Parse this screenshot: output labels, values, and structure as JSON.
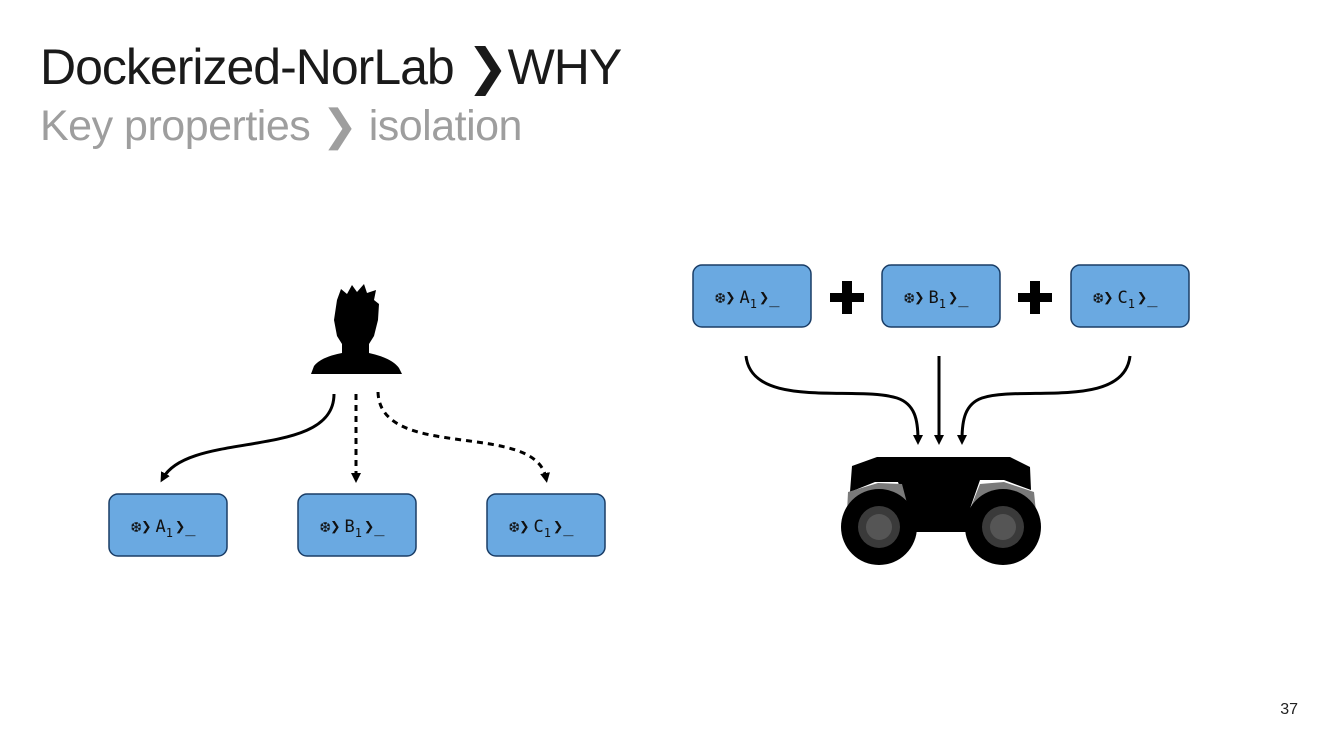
{
  "header": {
    "title_main": "Dockerized-NorLab",
    "title_sep": "❯",
    "title_tail": "WHY",
    "subtitle_main": "Key properties",
    "subtitle_sep": "❯",
    "subtitle_tail": "isolation"
  },
  "page_number": "37",
  "left_group": {
    "source_icon": "user-silhouette-icon",
    "containers": [
      {
        "prefix": "❆❯",
        "letter": "A",
        "sub": "1",
        "suffix": "❯_"
      },
      {
        "prefix": "❆❯",
        "letter": "B",
        "sub": "1",
        "suffix": "❯_"
      },
      {
        "prefix": "❆❯",
        "letter": "C",
        "sub": "1",
        "suffix": "❯_"
      }
    ]
  },
  "right_group": {
    "containers": [
      {
        "prefix": "❆❯",
        "letter": "A",
        "sub": "1",
        "suffix": "❯_"
      },
      {
        "prefix": "❆❯",
        "letter": "B",
        "sub": "1",
        "suffix": "❯_"
      },
      {
        "prefix": "❆❯",
        "letter": "C",
        "sub": "1",
        "suffix": "❯_"
      }
    ],
    "operator_icon": "plus-icon",
    "target_icon": "robot-vehicle-icon"
  },
  "colors": {
    "box_fill": "#6aa9e1",
    "box_stroke": "#1a3d66",
    "title": "#1a1a1a",
    "subtitle": "#9e9e9e"
  }
}
